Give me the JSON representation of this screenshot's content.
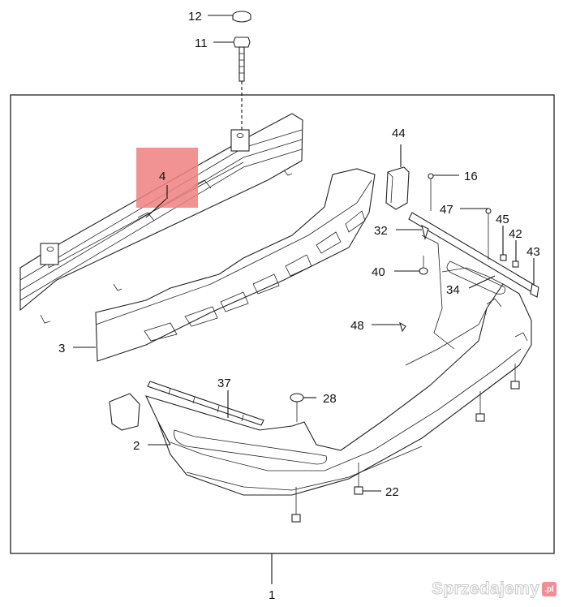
{
  "diagram": {
    "callouts": [
      {
        "id": "p1",
        "label": "1"
      },
      {
        "id": "p2",
        "label": "2"
      },
      {
        "id": "p3",
        "label": "3"
      },
      {
        "id": "p4",
        "label": "4"
      },
      {
        "id": "p11",
        "label": "11"
      },
      {
        "id": "p12",
        "label": "12"
      },
      {
        "id": "p16",
        "label": "16"
      },
      {
        "id": "p22",
        "label": "22"
      },
      {
        "id": "p28",
        "label": "28"
      },
      {
        "id": "p32",
        "label": "32"
      },
      {
        "id": "p34",
        "label": "34"
      },
      {
        "id": "p37",
        "label": "37"
      },
      {
        "id": "p40",
        "label": "40"
      },
      {
        "id": "p42",
        "label": "42"
      },
      {
        "id": "p43",
        "label": "43"
      },
      {
        "id": "p44",
        "label": "44"
      },
      {
        "id": "p45",
        "label": "45"
      },
      {
        "id": "p47",
        "label": "47"
      },
      {
        "id": "p48",
        "label": "48"
      }
    ],
    "highlight": {
      "part": "4",
      "color": "#f08080"
    }
  },
  "watermark": {
    "text": "Sprzedajemy",
    "badge": ".pl"
  }
}
